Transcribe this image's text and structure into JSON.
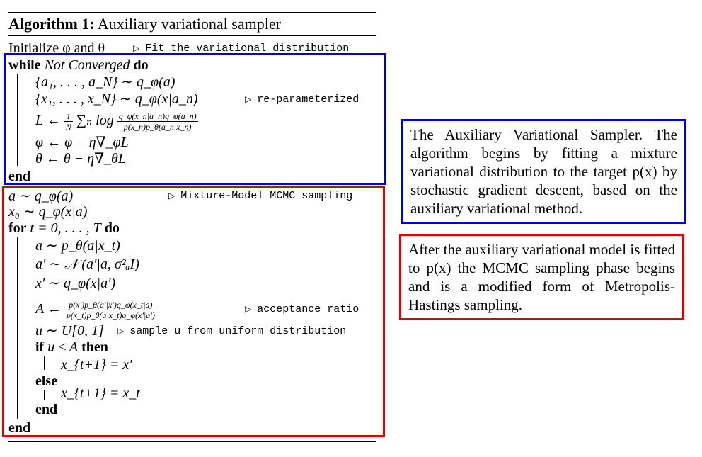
{
  "algorithm": {
    "label": "Algorithm 1:",
    "title": "Auxiliary variational sampler",
    "init_text": "Initialize φ and θ",
    "init_comment": "Fit the variational distribution",
    "while_kw": "while",
    "while_cond": "Not Converged",
    "do_kw": "do",
    "end_kw": "end",
    "for_kw": "for",
    "if_kw": "if",
    "then_kw": "then",
    "else_kw": "else",
    "loop1": {
      "line_a": "{a₁, . . . , a_N} ∼ q_φ(a)",
      "line_x": "{x₁, . . . , x_N} ∼ q_φ(x|a_n)",
      "comment_x": "re-parameterized",
      "L_prefix": "L ← ",
      "L_coef_num": "1",
      "L_coef_den": "N",
      "L_sum": "∑ₙ log",
      "L_num": "q_φ(x_n|a_n)q_φ(a_n)",
      "L_den": "p(x_n)p_θ(a_n|x_n)",
      "phi_update": "φ ← φ − η∇_φL",
      "theta_update": "θ ← θ − η∇_θL"
    },
    "mcmc": {
      "line_a": "a ∼ q_φ(a)",
      "comment_a": "Mixture-Model MCMC sampling",
      "line_x0": "x₀ ∼ q_φ(x|a)",
      "for_cond": "t = 0, . . . , T",
      "l1": "a ∼ p_θ(a|x_t)",
      "l2": "a′ ∼ 𝒩 (a′|a, σ²ₐI)",
      "l3": "x′ ∼ q_φ(x|a′)",
      "A_prefix": "A ← ",
      "A_num": "p(x′)p_θ(a′|x′)q_φ(x_t|a)",
      "A_den": "p(x_t)p_θ(a|x_t)q_φ(x′|a′)",
      "comment_A": "acceptance ratio",
      "u_line": "u ∼ U[0, 1]",
      "comment_u": "sample u from uniform distribution",
      "if_cond": "u ≤ A",
      "then_assign": "x_{t+1} = x′",
      "else_assign": "x_{t+1} = x_t"
    }
  },
  "notes": {
    "blue_text": "The Auxiliary Variational Sampler. The algorithm begins by fitting a mixture variational distribution to the target p(x) by stochastic gradient descent, based on the auxiliary variational method.",
    "red_text": "After the auxiliary variational model is fitted to p(x) the MCMC sampling phase begins and is a modified form of Metropolis-Hastings sampling."
  },
  "colors": {
    "blue": "#0000e6",
    "red": "#e60000"
  }
}
